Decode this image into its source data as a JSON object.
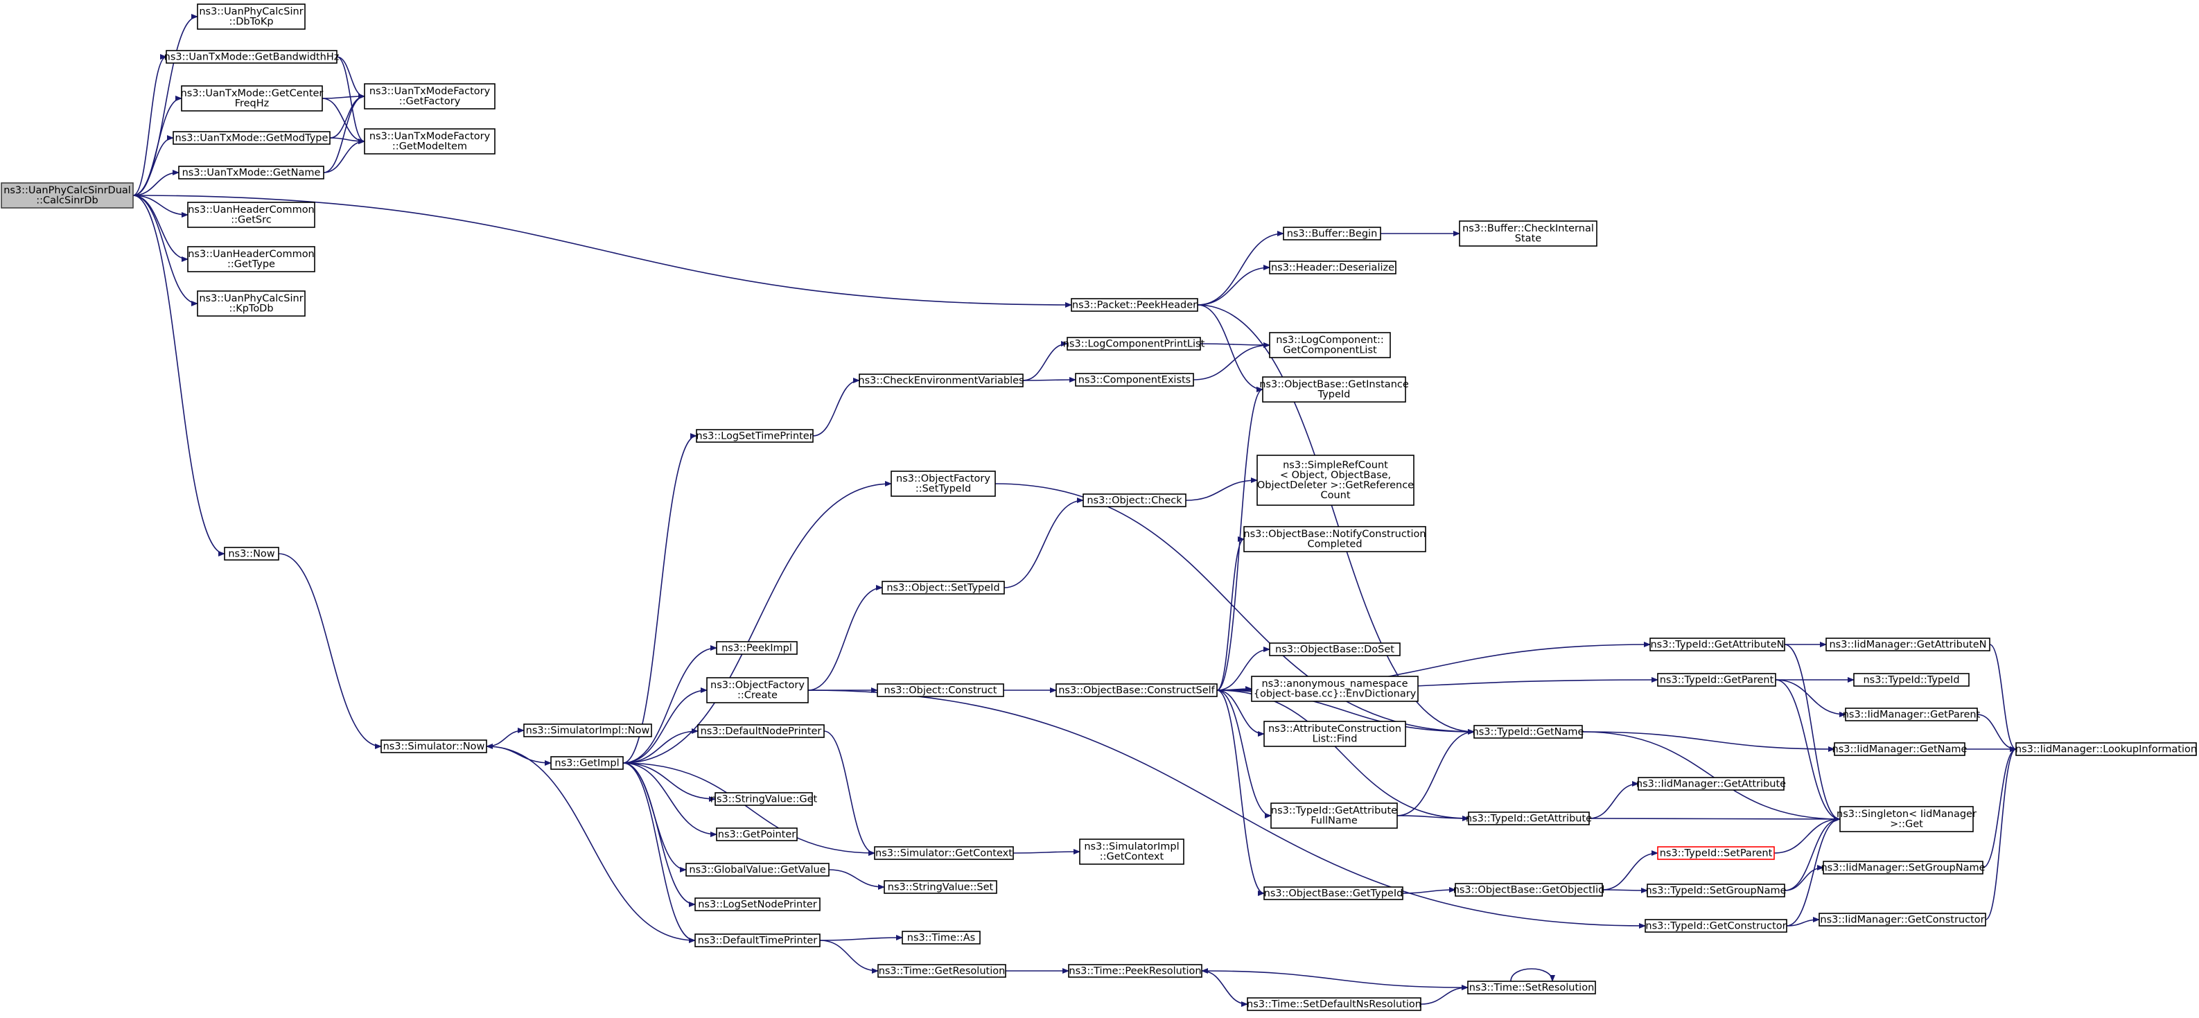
{
  "diagram": {
    "type": "call-graph",
    "colors": {
      "edge": "#191970",
      "root_fill": "#bfbfbf",
      "node_fill": "#ffffff",
      "node_border": "#000000",
      "truncated_border": "#ff0000"
    },
    "nodes": [
      {
        "id": "root",
        "lines": [
          "ns3::UanPhyCalcSinrDual",
          "::CalcSinrDb"
        ],
        "root": true
      },
      {
        "id": "dbtokp",
        "lines": [
          "ns3::UanPhyCalcSinr",
          "::DbToKp"
        ]
      },
      {
        "id": "getbw",
        "lines": [
          "ns3::UanTxMode::GetBandwidthHz"
        ]
      },
      {
        "id": "getcf",
        "lines": [
          "ns3::UanTxMode::GetCenter",
          "FreqHz"
        ]
      },
      {
        "id": "getmodtype",
        "lines": [
          "ns3::UanTxMode::GetModType"
        ]
      },
      {
        "id": "txgetname",
        "lines": [
          "ns3::UanTxMode::GetName"
        ]
      },
      {
        "id": "getfactory",
        "lines": [
          "ns3::UanTxModeFactory",
          "::GetFactory"
        ]
      },
      {
        "id": "getmodeitem",
        "lines": [
          "ns3::UanTxModeFactory",
          "::GetModeItem"
        ]
      },
      {
        "id": "getsrc",
        "lines": [
          "ns3::UanHeaderCommon",
          "::GetSrc"
        ]
      },
      {
        "id": "gettype",
        "lines": [
          "ns3::UanHeaderCommon",
          "::GetType"
        ]
      },
      {
        "id": "kptodb",
        "lines": [
          "ns3::UanPhyCalcSinr",
          "::KpToDb"
        ]
      },
      {
        "id": "now",
        "lines": [
          "ns3::Now"
        ]
      },
      {
        "id": "simnow",
        "lines": [
          "ns3::Simulator::Now"
        ]
      },
      {
        "id": "simimplnow",
        "lines": [
          "ns3::SimulatorImpl::Now"
        ]
      },
      {
        "id": "getimpl",
        "lines": [
          "ns3::GetImpl"
        ]
      },
      {
        "id": "logsettimeprinter",
        "lines": [
          "ns3::LogSetTimePrinter"
        ]
      },
      {
        "id": "checkenv",
        "lines": [
          "ns3::CheckEnvironmentVariables"
        ]
      },
      {
        "id": "logcompprintlist",
        "lines": [
          "ns3::LogComponentPrintList"
        ]
      },
      {
        "id": "componentexists",
        "lines": [
          "ns3::ComponentExists"
        ]
      },
      {
        "id": "getcomponentlist",
        "lines": [
          "ns3::LogComponent::",
          "GetComponentList"
        ]
      },
      {
        "id": "peekheader",
        "lines": [
          "ns3::Packet::PeekHeader"
        ]
      },
      {
        "id": "bufferbegin",
        "lines": [
          "ns3::Buffer::Begin"
        ]
      },
      {
        "id": "checkinternal",
        "lines": [
          "ns3::Buffer::CheckInternal",
          "State"
        ]
      },
      {
        "id": "deserialize",
        "lines": [
          "ns3::Header::Deserialize"
        ]
      },
      {
        "id": "getinstancetypeid",
        "lines": [
          "ns3::ObjectBase::GetInstance",
          "TypeId"
        ]
      },
      {
        "id": "ofsettypeid",
        "lines": [
          "ns3::ObjectFactory",
          "::SetTypeId"
        ]
      },
      {
        "id": "objcheck",
        "lines": [
          "ns3::Object::Check"
        ]
      },
      {
        "id": "simplerefcount",
        "lines": [
          "ns3::SimpleRefCount",
          "< Object, ObjectBase,",
          "ObjectDeleter >::GetReference",
          "Count"
        ]
      },
      {
        "id": "notifyconstruction",
        "lines": [
          "ns3::ObjectBase::NotifyConstruction",
          "Completed"
        ]
      },
      {
        "id": "objsettypeid",
        "lines": [
          "ns3::Object::SetTypeId"
        ]
      },
      {
        "id": "peekimpl",
        "lines": [
          "ns3::PeekImpl"
        ]
      },
      {
        "id": "ofcreate",
        "lines": [
          "ns3::ObjectFactory",
          "::Create"
        ]
      },
      {
        "id": "objconstruct",
        "lines": [
          "ns3::Object::Construct"
        ]
      },
      {
        "id": "constructself",
        "lines": [
          "ns3::ObjectBase::ConstructSelf"
        ]
      },
      {
        "id": "doset",
        "lines": [
          "ns3::ObjectBase::DoSet"
        ]
      },
      {
        "id": "envdictionary",
        "lines": [
          "ns3::anonymous_namespace",
          "{object-base.cc}::EnvDictionary"
        ]
      },
      {
        "id": "attrconstructfind",
        "lines": [
          "ns3::AttributeConstruction",
          "List::Find"
        ]
      },
      {
        "id": "defaultnodeprinter",
        "lines": [
          "ns3::DefaultNodePrinter"
        ]
      },
      {
        "id": "stringget",
        "lines": [
          "ns3::StringValue::Get"
        ]
      },
      {
        "id": "getpointer",
        "lines": [
          "ns3::GetPointer"
        ]
      },
      {
        "id": "globalgetvalue",
        "lines": [
          "ns3::GlobalValue::GetValue"
        ]
      },
      {
        "id": "logsetnodeprinter",
        "lines": [
          "ns3::LogSetNodePrinter"
        ]
      },
      {
        "id": "defaulttimeprinter",
        "lines": [
          "ns3::DefaultTimePrinter"
        ]
      },
      {
        "id": "simgetcontext",
        "lines": [
          "ns3::Simulator::GetContext"
        ]
      },
      {
        "id": "simimplgetcontext",
        "lines": [
          "ns3::SimulatorImpl",
          "::GetContext"
        ]
      },
      {
        "id": "stringset",
        "lines": [
          "ns3::StringValue::Set"
        ]
      },
      {
        "id": "timeas",
        "lines": [
          "ns3::Time::As"
        ]
      },
      {
        "id": "getresolution",
        "lines": [
          "ns3::Time::GetResolution"
        ]
      },
      {
        "id": "peekresolution",
        "lines": [
          "ns3::Time::PeekResolution"
        ]
      },
      {
        "id": "setresolution",
        "lines": [
          "ns3::Time::SetResolution"
        ]
      },
      {
        "id": "setdefaultns",
        "lines": [
          "ns3::Time::SetDefaultNsResolution"
        ]
      },
      {
        "id": "tidgetattrfullname",
        "lines": [
          "ns3::TypeId::GetAttribute",
          "FullName"
        ]
      },
      {
        "id": "tidgetname",
        "lines": [
          "ns3::TypeId::GetName"
        ]
      },
      {
        "id": "tidgetattribute",
        "lines": [
          "ns3::TypeId::GetAttribute"
        ]
      },
      {
        "id": "obgettypeid",
        "lines": [
          "ns3::ObjectBase::GetTypeId"
        ]
      },
      {
        "id": "getobjectiid",
        "lines": [
          "ns3::ObjectBase::GetObjectIid"
        ]
      },
      {
        "id": "tidgetattributen",
        "lines": [
          "ns3::TypeId::GetAttributeN"
        ]
      },
      {
        "id": "tidgetparent",
        "lines": [
          "ns3::TypeId::GetParent"
        ]
      },
      {
        "id": "tidsetparent",
        "lines": [
          "ns3::TypeId::SetParent"
        ],
        "truncated": true
      },
      {
        "id": "tidsetgroupname",
        "lines": [
          "ns3::TypeId::SetGroupName"
        ]
      },
      {
        "id": "tidgetconstructor",
        "lines": [
          "ns3::TypeId::GetConstructor"
        ]
      },
      {
        "id": "iidgetattribute",
        "lines": [
          "ns3::IidManager::GetAttribute"
        ]
      },
      {
        "id": "singletonget",
        "lines": [
          "ns3::Singleton< IidManager",
          ">::Get"
        ]
      },
      {
        "id": "iidgetattributen",
        "lines": [
          "ns3::IidManager::GetAttributeN"
        ]
      },
      {
        "id": "tidtypeid",
        "lines": [
          "ns3::TypeId::TypeId"
        ]
      },
      {
        "id": "iidgetparent",
        "lines": [
          "ns3::IidManager::GetParent"
        ]
      },
      {
        "id": "iidgetname",
        "lines": [
          "ns3::IidManager::GetName"
        ]
      },
      {
        "id": "iidsetgroupname",
        "lines": [
          "ns3::IidManager::SetGroupName"
        ]
      },
      {
        "id": "iidgetconstructor",
        "lines": [
          "ns3::IidManager::GetConstructor"
        ]
      },
      {
        "id": "lookupinfo",
        "lines": [
          "ns3::IidManager::LookupInformation"
        ]
      }
    ],
    "edges": [
      [
        "root",
        "dbtokp"
      ],
      [
        "root",
        "getbw"
      ],
      [
        "root",
        "getcf"
      ],
      [
        "root",
        "getmodtype"
      ],
      [
        "root",
        "txgetname"
      ],
      [
        "root",
        "getsrc"
      ],
      [
        "root",
        "gettype"
      ],
      [
        "root",
        "kptodb"
      ],
      [
        "root",
        "peekheader"
      ],
      [
        "root",
        "now"
      ],
      [
        "getbw",
        "getfactory"
      ],
      [
        "getbw",
        "getmodeitem"
      ],
      [
        "getcf",
        "getfactory"
      ],
      [
        "getcf",
        "getmodeitem"
      ],
      [
        "getmodtype",
        "getfactory"
      ],
      [
        "getmodtype",
        "getmodeitem"
      ],
      [
        "txgetname",
        "getfactory"
      ],
      [
        "txgetname",
        "getmodeitem"
      ],
      [
        "now",
        "simnow"
      ],
      [
        "simnow",
        "simimplnow"
      ],
      [
        "simnow",
        "getimpl"
      ],
      [
        "getimpl",
        "logsettimeprinter"
      ],
      [
        "getimpl",
        "ofsettypeid"
      ],
      [
        "getimpl",
        "peekimpl"
      ],
      [
        "getimpl",
        "ofcreate"
      ],
      [
        "getimpl",
        "defaultnodeprinter"
      ],
      [
        "getimpl",
        "stringget"
      ],
      [
        "getimpl",
        "getpointer"
      ],
      [
        "getimpl",
        "globalgetvalue"
      ],
      [
        "getimpl",
        "logsetnodeprinter"
      ],
      [
        "getimpl",
        "defaulttimeprinter"
      ],
      [
        "getimpl",
        "simgetcontext"
      ],
      [
        "logsettimeprinter",
        "checkenv"
      ],
      [
        "checkenv",
        "logcompprintlist"
      ],
      [
        "checkenv",
        "componentexists"
      ],
      [
        "logcompprintlist",
        "getcomponentlist"
      ],
      [
        "componentexists",
        "getcomponentlist"
      ],
      [
        "peekheader",
        "bufferbegin"
      ],
      [
        "peekheader",
        "deserialize"
      ],
      [
        "peekheader",
        "getinstancetypeid"
      ],
      [
        "peekheader",
        "tidgetname"
      ],
      [
        "bufferbegin",
        "checkinternal"
      ],
      [
        "ofsettypeid",
        "tidgetname"
      ],
      [
        "ofcreate",
        "objsettypeid"
      ],
      [
        "ofcreate",
        "objconstruct"
      ],
      [
        "ofcreate",
        "tidgetconstructor"
      ],
      [
        "objsettypeid",
        "objcheck"
      ],
      [
        "objcheck",
        "simplerefcount"
      ],
      [
        "objconstruct",
        "constructself"
      ],
      [
        "constructself",
        "getinstancetypeid"
      ],
      [
        "constructself",
        "notifyconstruction"
      ],
      [
        "constructself",
        "doset"
      ],
      [
        "constructself",
        "envdictionary"
      ],
      [
        "constructself",
        "attrconstructfind"
      ],
      [
        "constructself",
        "tidgetattributen"
      ],
      [
        "constructself",
        "tidgetparent"
      ],
      [
        "constructself",
        "tidgetname"
      ],
      [
        "constructself",
        "tidgetattrfullname"
      ],
      [
        "constructself",
        "tidgetattribute"
      ],
      [
        "constructself",
        "obgettypeid"
      ],
      [
        "defaultnodeprinter",
        "simgetcontext"
      ],
      [
        "simgetcontext",
        "simimplgetcontext"
      ],
      [
        "globalgetvalue",
        "stringset"
      ],
      [
        "defaulttimeprinter",
        "timeas"
      ],
      [
        "defaulttimeprinter",
        "getresolution"
      ],
      [
        "defaulttimeprinter",
        "simnow"
      ],
      [
        "getresolution",
        "peekresolution"
      ],
      [
        "peekresolution",
        "setdefaultns"
      ],
      [
        "setdefaultns",
        "setresolution"
      ],
      [
        "setresolution",
        "peekresolution"
      ],
      [
        "setresolution",
        "setresolution"
      ],
      [
        "tidgetattrfullname",
        "tidgetname"
      ],
      [
        "tidgetattrfullname",
        "tidgetattribute"
      ],
      [
        "tidgetname",
        "singletonget"
      ],
      [
        "tidgetname",
        "iidgetname"
      ],
      [
        "tidgetattribute",
        "iidgetattribute"
      ],
      [
        "tidgetattribute",
        "singletonget"
      ],
      [
        "obgettypeid",
        "getobjectiid"
      ],
      [
        "getobjectiid",
        "tidsetparent"
      ],
      [
        "getobjectiid",
        "tidsetgroupname"
      ],
      [
        "tidsetparent",
        "singletonget"
      ],
      [
        "tidsetgroupname",
        "singletonget"
      ],
      [
        "tidsetgroupname",
        "iidsetgroupname"
      ],
      [
        "tidgetconstructor",
        "singletonget"
      ],
      [
        "tidgetconstructor",
        "iidgetconstructor"
      ],
      [
        "tidgetattributen",
        "iidgetattributen"
      ],
      [
        "tidgetattributen",
        "singletonget"
      ],
      [
        "tidgetparent",
        "tidtypeid"
      ],
      [
        "tidgetparent",
        "iidgetparent"
      ],
      [
        "tidgetparent",
        "singletonget"
      ],
      [
        "iidgetattributen",
        "lookupinfo"
      ],
      [
        "iidgetparent",
        "lookupinfo"
      ],
      [
        "iidgetname",
        "lookupinfo"
      ],
      [
        "iidsetgroupname",
        "lookupinfo"
      ],
      [
        "iidgetconstructor",
        "lookupinfo"
      ]
    ]
  }
}
